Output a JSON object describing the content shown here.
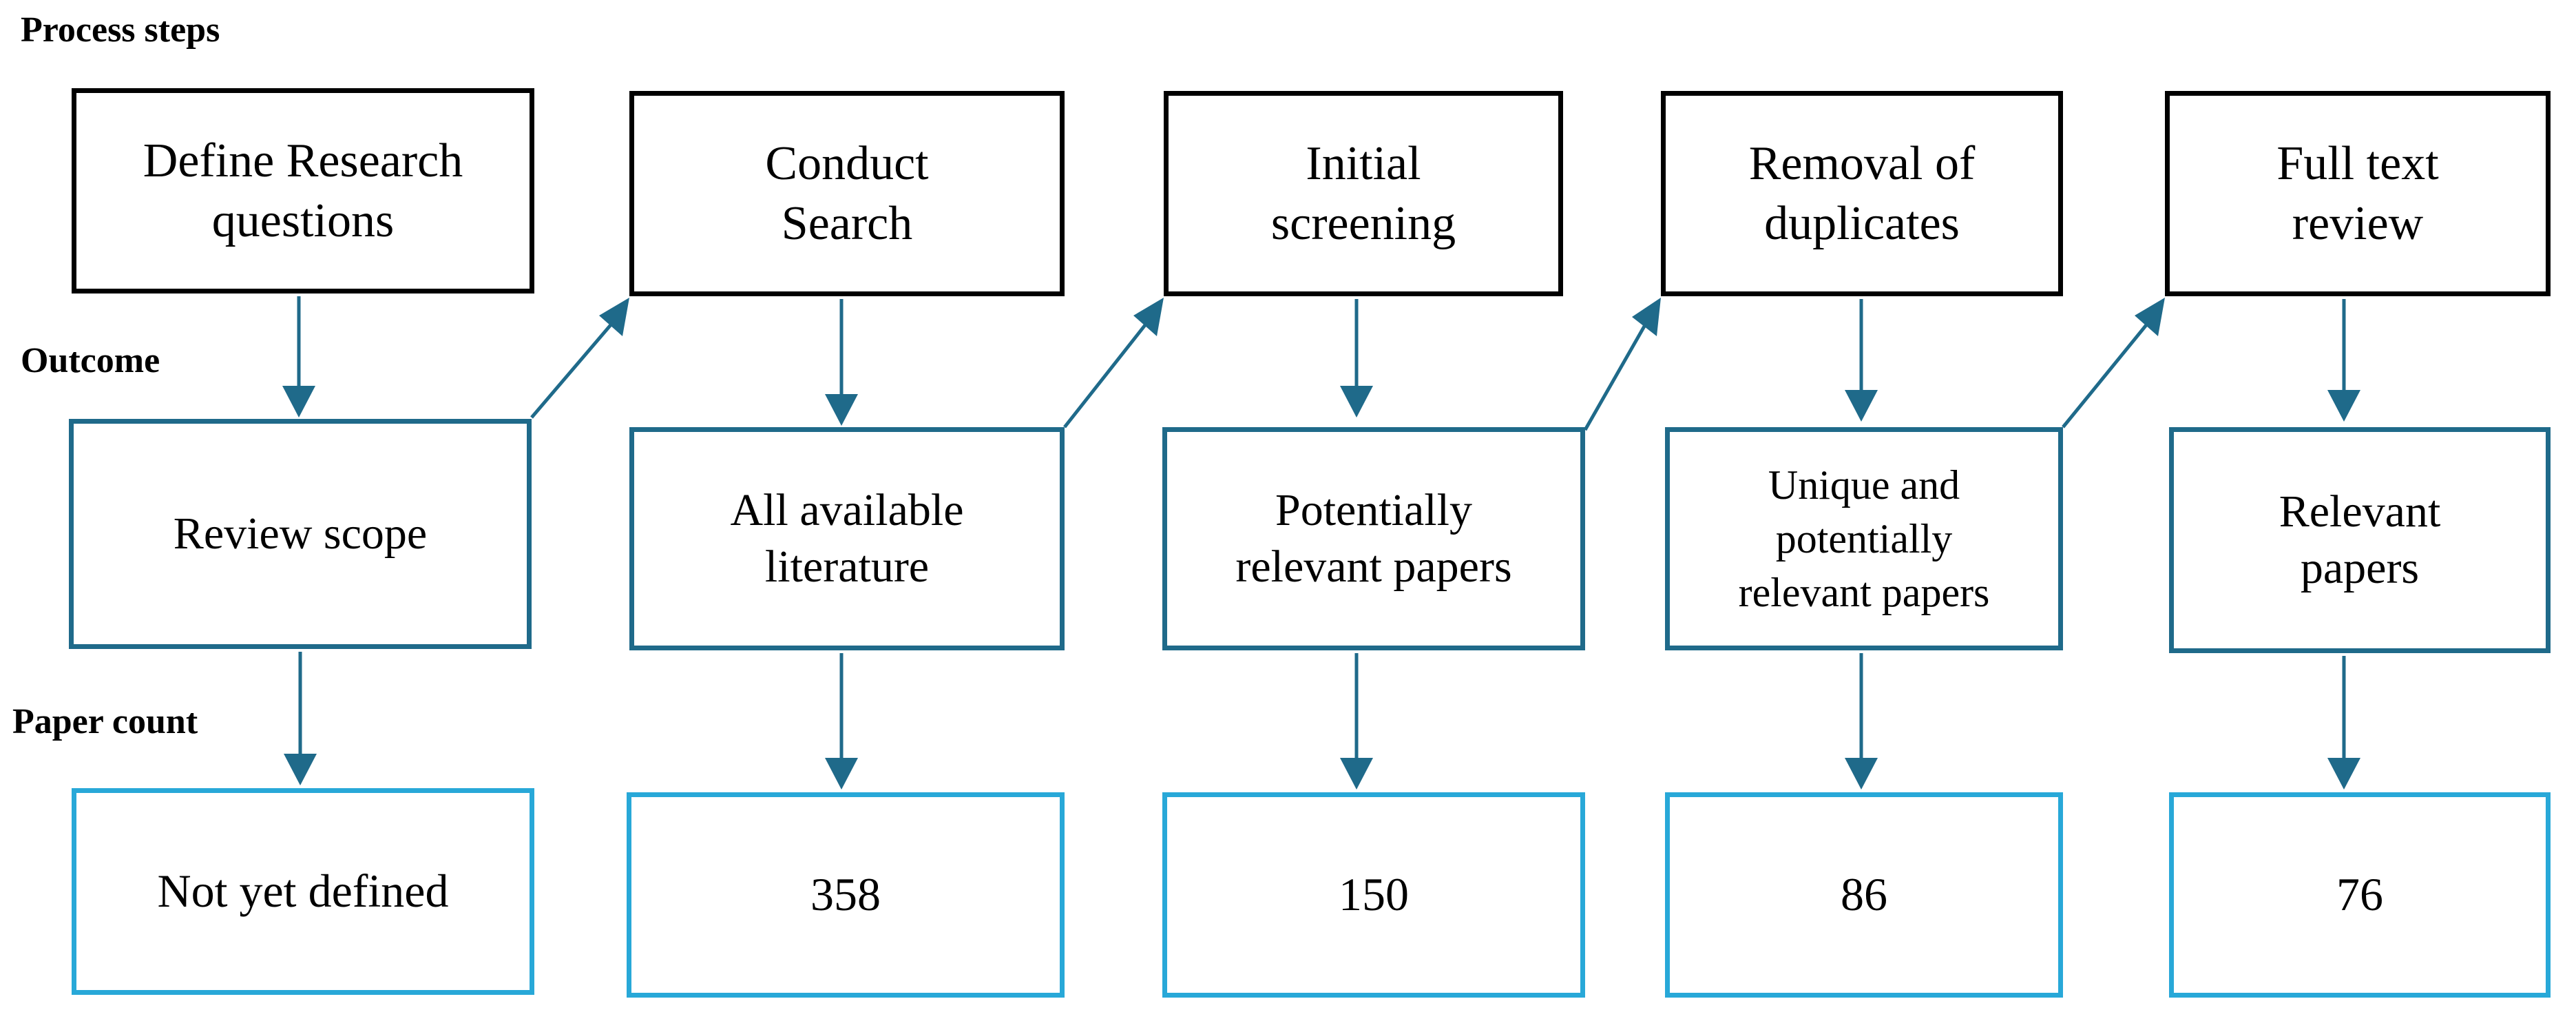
{
  "row_labels": {
    "process": "Process steps",
    "outcome": "Outcome",
    "count": "Paper count"
  },
  "colors": {
    "process_border": "#000000",
    "outcome_border": "#1f6a8a",
    "count_border": "#28a8d8",
    "arrow": "#1f6a8a"
  },
  "steps": [
    {
      "process": "Define Research\nquestions",
      "outcome": "Review scope",
      "count": "Not yet defined"
    },
    {
      "process": "Conduct\nSearch",
      "outcome": "All available\nliterature",
      "count": "358"
    },
    {
      "process": "Initial\nscreening",
      "outcome": "Potentially\nrelevant papers",
      "count": "150"
    },
    {
      "process": "Removal of\nduplicates",
      "outcome": "Unique and\npotentially\nrelevant papers",
      "count": "86"
    },
    {
      "process": "Full text\nreview",
      "outcome": "Relevant\npapers",
      "count": "76"
    }
  ]
}
